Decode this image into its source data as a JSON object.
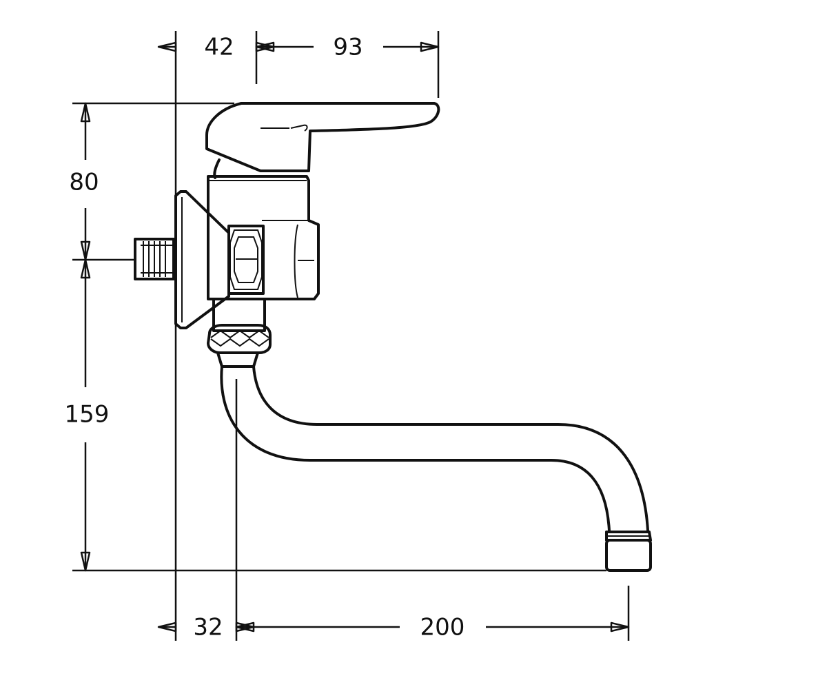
{
  "dimensions": {
    "top_left": "42",
    "top_right": "93",
    "left_upper": "80",
    "left_lower": "159",
    "bottom_left": "32",
    "bottom_right": "200"
  },
  "colors": {
    "line": "#111111",
    "background": "#ffffff"
  }
}
